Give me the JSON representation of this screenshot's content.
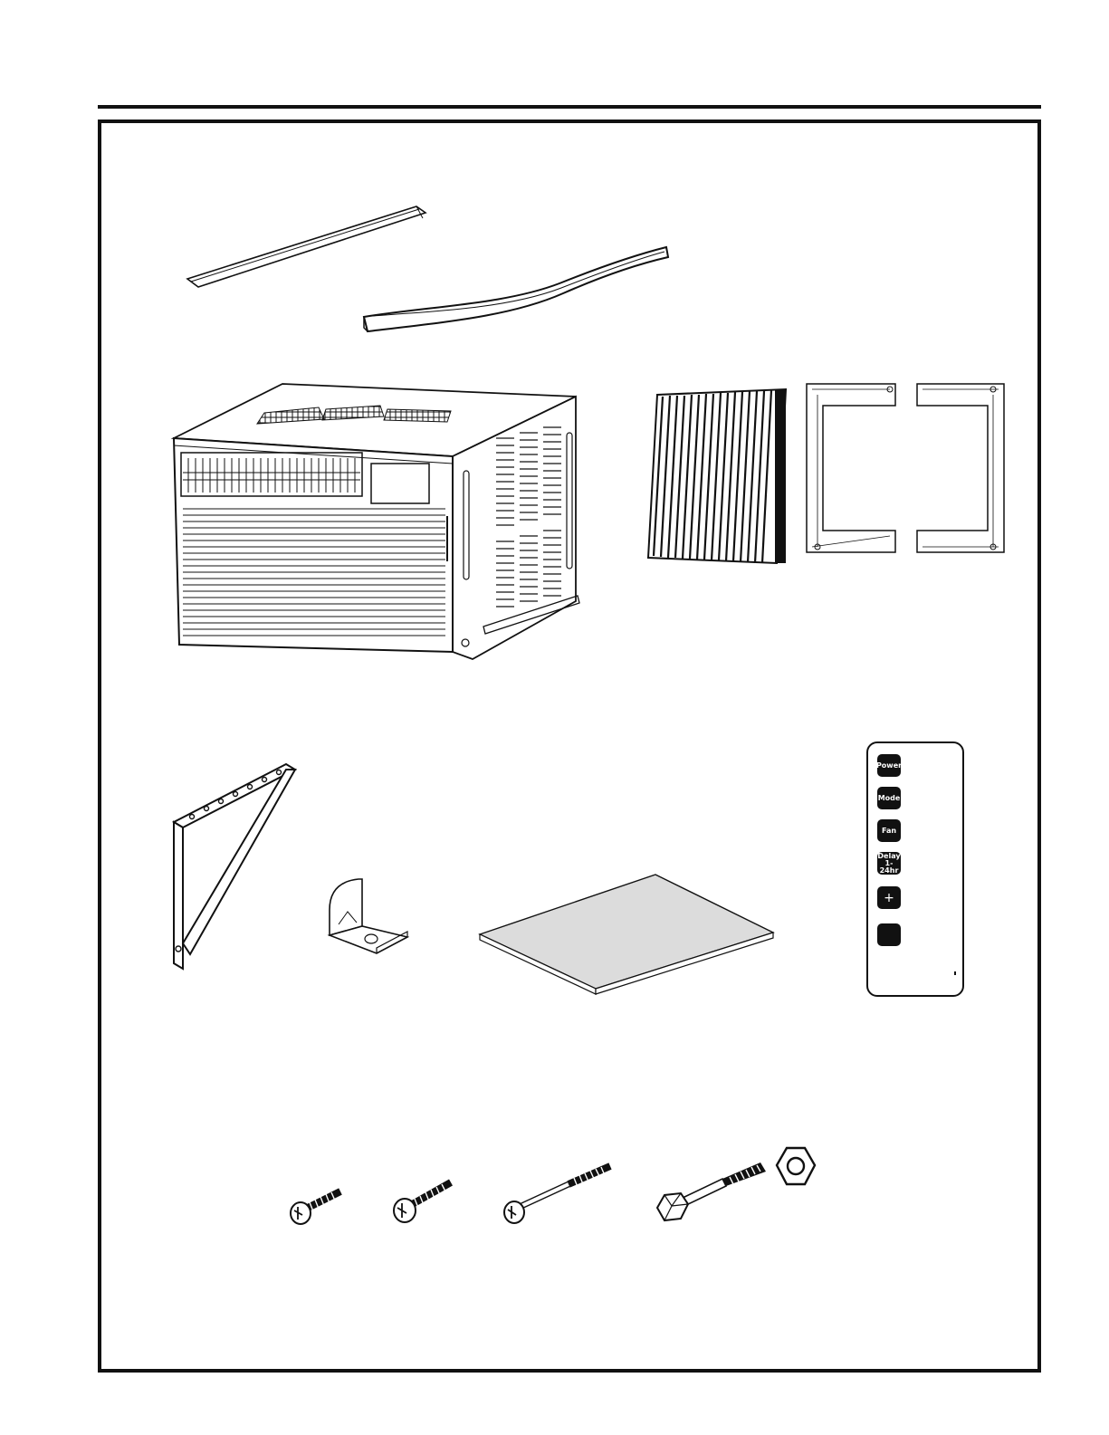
{
  "remote": {
    "buttons": [
      {
        "label": "Power"
      },
      {
        "label": "Mode"
      },
      {
        "label": "Fan"
      },
      {
        "label": "Delay 1-24hr"
      },
      {
        "label": "+"
      },
      {
        "label": ""
      }
    ]
  }
}
